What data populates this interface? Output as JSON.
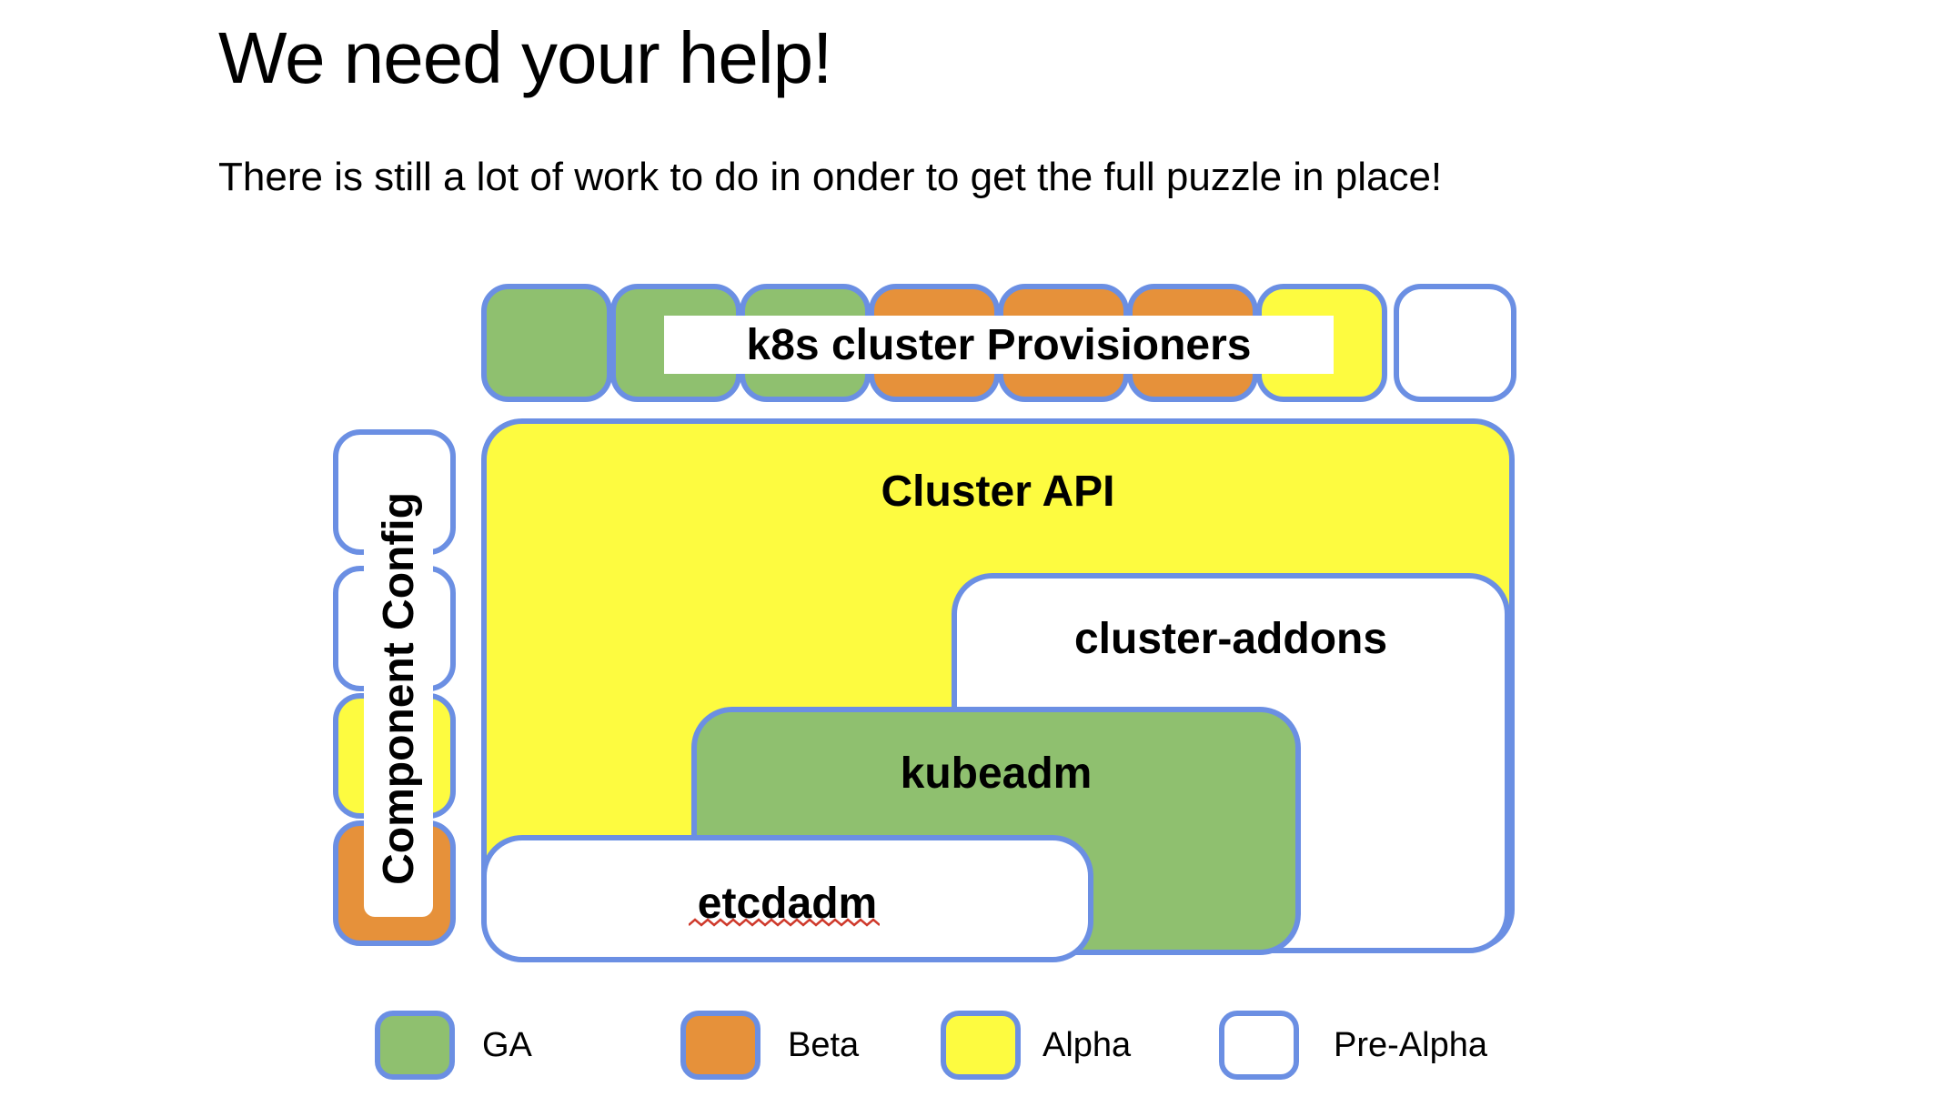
{
  "slide": {
    "title": "We need your help!",
    "subtitle": "There is still a lot of work to do in onder to get the full puzzle in place!"
  },
  "colors": {
    "ga_green": "#8fc06f",
    "beta_orange": "#e6913a",
    "alpha_yellow": "#fdfb40",
    "prealpha_white": "#ffffff",
    "border_blue": "#6b8fe3",
    "squiggle_red": "#cf3a2c",
    "text_black": "#000000"
  },
  "puzzle": {
    "provisioners_label": "k8s cluster Provisioners",
    "provisioners_tiles": [
      "ga",
      "ga",
      "ga",
      "beta",
      "beta",
      "beta",
      "alpha",
      "pre-alpha"
    ],
    "component_config": {
      "label": "Component Config",
      "tiles": [
        "pre-alpha",
        "pre-alpha",
        "alpha",
        "beta"
      ]
    },
    "boxes": {
      "cluster_api": {
        "label": "Cluster API",
        "status": "alpha"
      },
      "cluster_addons": {
        "label": "cluster-addons",
        "status": "pre-alpha"
      },
      "kubeadm": {
        "label": "kubeadm",
        "status": "ga"
      },
      "etcdadm": {
        "label": "etcdadm",
        "status": "pre-alpha",
        "spellcheck_underline": true
      }
    }
  },
  "legend": {
    "items": [
      {
        "label": "GA",
        "status": "ga"
      },
      {
        "label": "Beta",
        "status": "beta"
      },
      {
        "label": "Alpha",
        "status": "alpha"
      },
      {
        "label": "Pre-Alpha",
        "status": "pre-alpha"
      }
    ]
  }
}
